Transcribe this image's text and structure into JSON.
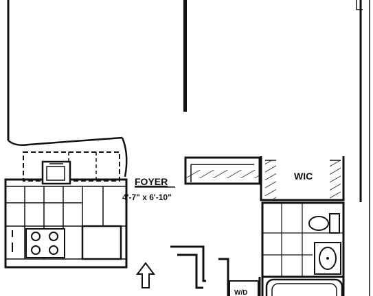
{
  "rooms": {
    "foyer": {
      "name": "FOYER",
      "dimensions": "4'-7\" x 6'-10\""
    },
    "wic": {
      "name": "WIC"
    },
    "laundry": {
      "name": "W/D"
    }
  },
  "symbols": {
    "entry_arrow": "up-arrow-icon",
    "stove": "four-burner-stove-icon",
    "toilet": "toilet-icon",
    "sink": "sink-icon",
    "bathtub": "bathtub-icon"
  },
  "colors": {
    "ink": "#111111",
    "paper": "#ffffff"
  }
}
